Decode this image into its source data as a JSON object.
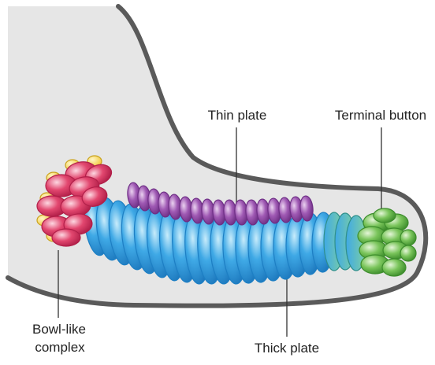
{
  "labels": {
    "thin_plate": "Thin plate",
    "terminal_button": "Terminal button",
    "bowl_like_line1": "Bowl-like",
    "bowl_like_line2": "complex",
    "thick_plate": "Thick plate"
  },
  "colors": {
    "background": "#ffffff",
    "cell_fill": "#e6e6e6",
    "cell_outline": "#5a5a5a",
    "thick_plate": "#3fa9e6",
    "thick_plate_light": "#a8dcf7",
    "thick_plate_dark": "#1d7fc4",
    "thin_plate": "#a05ab4",
    "thin_plate_light": "#e3c4ea",
    "bowl_like_complex": "#e2476f",
    "bowl_like_light": "#fbc8d6",
    "bowl_accent_yellow": "#f6dc6a",
    "terminal_button": "#79c45a",
    "terminal_button_light": "#d9f2c8",
    "transition_teal": "#5fc6c2",
    "leader_line": "#333333"
  }
}
